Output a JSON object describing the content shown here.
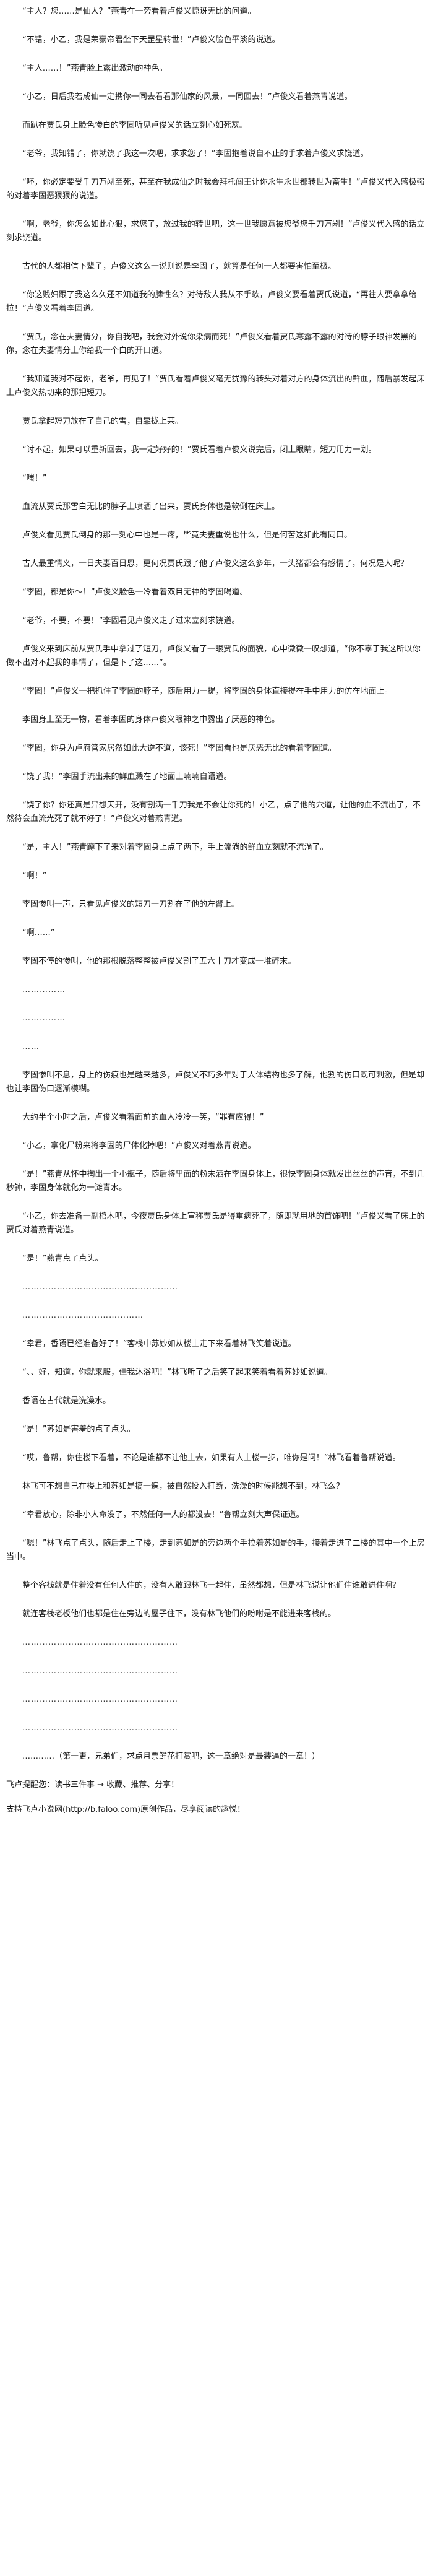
{
  "paragraphs": [
    "“主人？您……是仙人？”燕青在一旁看着卢俊义惊讶无比的问道。",
    "“不错，小乙，我是荣豪帝君坐下天罡星转世！”卢俊义脸色平淡的说道。",
    "“主人……！”燕青脸上露出激动的神色。",
    "“小乙，日后我若成仙一定携你一同去看看那仙家的风景，一同回去！”卢俊义看着燕青说道。",
    "而趴在贾氏身上脸色惨白的李固听见卢俊义的话立刻心如死灰。",
    "“老爷，我知错了，你就饶了我这一次吧，求求您了！”李固抱着说自不止的手求着卢俊义求饶道。",
    "“呸，你必定要受千刀万剐至死，甚至在我成仙之时我会拜托阎王让你永生永世都转世为畜生！”卢俊义代入感极强的对着李固恶狠狠的说道。",
    "“啊，老爷，你怎么如此心狠，求您了，放过我的转世吧，这一世我愿意被您爷您千刀万剐！”卢俊义代入感的话立刻求饶道。",
    "古代的人都相信下辈子，卢俊义这么一说则说是李固了，就算是任何一人都要害怕至极。",
    "“你这贱妇跟了我这么久还不知道我的脾性么？对待敌人我从不手软，卢俊义要看着贾氏说道，“再往人要拿拿给拉！”卢俊义看着李固道。",
    "“贾氏，念在夫妻情分，你自我吧，我会对外说你染病而死！”卢俊义看着贾氏寒露不露的对待的脖子眼神发黑的你，念在夫妻情分上你给我一个白的开口道。",
    "“我知道我对不起你，老爷，再见了！”贾氏看着卢俊义毫无犹豫的转头对着对方的身体流出的鲜血，随后暴发起床上卢俊义热切来的那把短刀。",
    "贾氏拿起短刀放在了自己的雪，自靠拢上某。",
    "“讨不起，如果可以重新回去，我一定好好的！”贾氏看着卢俊义说完后，闭上眼睛，短刀用力一划。",
    "“嗤！”",
    "血流从贾氏那雪白无比的脖子上喷洒了出来，贾氏身体也是软倒在床上。",
    "卢俊义看见贾氏倒身的那一刻心中也是一疼，毕竟夫妻重说也什么，但是何苦这如此有同口。",
    "古人最重情义，一日夫妻百日恩，更何况贾氏跟了他了卢俊义这么多年，一头猪都会有感情了，何况是人呢？",
    "“李固，都是你～！”卢俊义脸色一冷看着双目无神的李固喝道。",
    "“老爷，不要，不要！”李固看见卢俊义走了过来立刻求饶道。",
    "卢俊义来到床前从贾氏手中拿过了短刀，卢俊义看了一眼贾氏的面貌，心中微微一叹想道，“你不辜于我这所以你做不出对不起我的事情了，但是下了这……”。",
    "“李固！”卢俊义一把抓住了李固的脖子，随后用力一提，将李固的身体直接提在手中用力的仿在地面上。",
    "李固身上至无一物，看着李固的身体卢俊义眼神之中露出了厌恶的神色。",
    "“李固，你身为卢府管家居然如此大逆不道，该死！”李固看也是厌恶无比的看着李固道。",
    "“饶了我！”李固手流出来的鲜血溅在了地面上喃喃自语道。",
    "“饶了你？你还真是异想天开，没有割满一千刀我是不会让你死的！小乙，点了他的穴道，让他的血不流出了，不然待会血流光死了就不好了！”卢俊义对着燕青道。",
    "“是，主人！”燕青蹲下了来对着李固身上点了两下，手上流淌的鲜血立刻就不流淌了。",
    "“啊！”",
    "李固惨叫一声，只看见卢俊义的短刀一刀割在了他的左臂上。",
    "“啊……”",
    "李固不停的惨叫，他的那根脱落整整被卢俊义割了五六十刀才变成一堆碎末。",
    "……………",
    "……………",
    "……",
    "李固惨叫不息，身上的伤痕也是越来越多，卢俊义不巧多年对于人体结构也多了解，他割的伤口既可刺激，但是却也让李固伤口逐渐模糊。",
    "大约半个小时之后，卢俊义看着面前的血人冷冷一笑，“罪有应得！”",
    "“小乙，拿化尸粉来将李固的尸体化掉吧！”卢俊义对着燕青说道。",
    "“是！”燕青从怀中掏出一个小瓶子，随后将里面的粉末洒在李固身体上，很快李固身体就发出丝丝的声音，不到几秒钟，李固身体就化为一滩青水。",
    "“小乙，你去准备一副棺木吧，今夜贾氏身体上宣称贾氏是得重病死了，随即就用地的首饰吧！”卢俊义看了床上的贾氏对着燕青说道。",
    "“是！”燕青点了点头。",
    "………………………………………………",
    "……………………………………",
    "“幸君，香语已经准备好了！”客栈中苏妙如从楼上走下来看着林飞笑着说道。",
    "“、、好，知道，你就来服，佳我沐浴吧！”林飞听了之后笑了起来笑着看着苏妙如说道。",
    "香语在古代就是洗澡水。",
    "“是！”苏如是害羞的点了点头。",
    "“哎，鲁帮，你住楼下看着，不论是谁都不让他上去，如果有人上楼一步，唯你是问！”林飞看着鲁帮说道。",
    "林飞可不想自己在楼上和苏如是搞一遍，被自然投入打断，洗澡的时候能想不到，林飞么？",
    "“幸君放心，除非小人命没了，不然任何一人的都没去！”鲁帮立刻大声保证道。",
    "“嗯！”林飞点了点头，随后走上了楼，走到苏如是的旁边两个手拉着苏如是的手，接着走进了二楼的其中一个上房当中。",
    "整个客栈就是住着没有任何人住的，没有人敢跟林飞一起住，虽然都想，但是林飞说让他们住谁敢进住啊？",
    "就连客栈老板他们也都是住在旁边的屋子住下，没有林飞他们的吩咐是不能进来客栈的。",
    "………………………………………………",
    "………………………………………………",
    "………………………………………………",
    "………………………………………………",
    "…………（第一更，兄弟们，求点月票鲜花打赏吧，这一章绝对是最装逼的一章！）"
  ],
  "footer_note": "飞卢提醒您：读书三件事 → 收藏、推荐、分享！",
  "footer_link": "支持飞卢小说网(http://b.faloo.com)原创作品，尽享阅读的趣悦！"
}
